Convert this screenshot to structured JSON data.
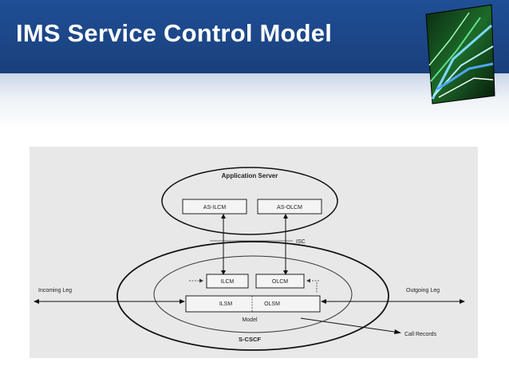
{
  "slide": {
    "title": "IMS Service Control Model",
    "header_color": "#1f4f95"
  },
  "diagram": {
    "application_server": {
      "label": "Application Server",
      "boxes": [
        "AS-ILCM",
        "AS-OLCM"
      ]
    },
    "isc_label": "ISC",
    "scscf": {
      "label": "S-CSCF",
      "model_label": "Model",
      "boxes": [
        "ILCM",
        "OLCM"
      ],
      "state_models": [
        "ILSM",
        "OLSM"
      ]
    },
    "incoming_leg": "Incoming Leg",
    "outgoing_leg": "Outgoing Leg",
    "call_records": "Call Records"
  }
}
